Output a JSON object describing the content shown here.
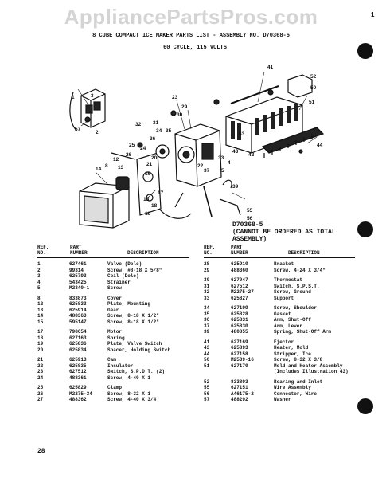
{
  "watermark": "AppliancePartsPros.com",
  "title": "8 CUBE COMPACT ICE MAKER PARTS LIST - ASSEMBLY NO. D70368-5",
  "subtitle": "60 CYCLE, 115 VOLTS",
  "edge_mark": "1",
  "diagram": {
    "code": "D70368-5",
    "note": "(CANNOT BE ORDERED AS TOTAL ASSEMBLY)",
    "callouts": [
      "1",
      "3",
      "57",
      "2",
      "23",
      "29",
      "30",
      "32",
      "31",
      "34",
      "35",
      "36",
      "24",
      "25",
      "20",
      "26",
      "21",
      "8",
      "12",
      "13",
      "16",
      "14",
      "17",
      "18",
      "15",
      "19",
      "22",
      "37",
      "39",
      "33",
      "41",
      "52",
      "50",
      "51",
      "53",
      "44",
      "43",
      "42",
      "4",
      "5",
      "55",
      "56"
    ]
  },
  "headers": {
    "ref": "REF.",
    "no": "NO.",
    "part": "PART",
    "number": "NUMBER",
    "description": "DESCRIPTION"
  },
  "left_rows": [
    {
      "ref": "1",
      "part": "627461",
      "desc": "Valve (Dole)"
    },
    {
      "ref": "2",
      "part": "99314",
      "desc": "Screw, #8-18 X 5/8\""
    },
    {
      "ref": "3",
      "part": "625793",
      "desc": "Coil (Dole)"
    },
    {
      "ref": "4",
      "part": "543425",
      "desc": "Strainer"
    },
    {
      "ref": "5",
      "part": "M2340-1",
      "desc": "Screw"
    },
    {
      "ref": "8",
      "part": "833873",
      "desc": "Cover",
      "gap": true
    },
    {
      "ref": "12",
      "part": "625833",
      "desc": "Plate, Mounting"
    },
    {
      "ref": "13",
      "part": "625914",
      "desc": "Gear"
    },
    {
      "ref": "14",
      "part": "488363",
      "desc": "Screw, 8-18 X 1/2\""
    },
    {
      "ref": "15",
      "part": "595147",
      "desc": "Screw, 8-18 X 1/2\""
    },
    {
      "ref": "17",
      "part": "798654",
      "desc": "Motor",
      "gap": true
    },
    {
      "ref": "18",
      "part": "627163",
      "desc": "Spring"
    },
    {
      "ref": "19",
      "part": "625836",
      "desc": "Plate, Valve Switch"
    },
    {
      "ref": "20",
      "part": "625834",
      "desc": "Spacer, Holding Switch"
    },
    {
      "ref": "21",
      "part": "625913",
      "desc": "Cam",
      "gap": true
    },
    {
      "ref": "22",
      "part": "625835",
      "desc": "Insulator"
    },
    {
      "ref": "23",
      "part": "627512",
      "desc": "Switch, S.P.D.T. (2)"
    },
    {
      "ref": "24",
      "part": "488361",
      "desc": "Screw, 4-40 X 1"
    },
    {
      "ref": "25",
      "part": "625829",
      "desc": "Clamp",
      "gap": true
    },
    {
      "ref": "26",
      "part": "M2275-34",
      "desc": "Screw, 8-32 X 1"
    },
    {
      "ref": "27",
      "part": "488362",
      "desc": "Screw, 4-40 X 3/4"
    }
  ],
  "right_rows": [
    {
      "ref": "28",
      "part": "625910",
      "desc": "Bracket"
    },
    {
      "ref": "29",
      "part": "488360",
      "desc": "Screw, 4-24 X 3/4\""
    },
    {
      "ref": "30",
      "part": "627047",
      "desc": "Thermostat",
      "gap": true
    },
    {
      "ref": "31",
      "part": "627512",
      "desc": "Switch, S.P.S.T."
    },
    {
      "ref": "32",
      "part": "M2275-27",
      "desc": "Screw, Ground"
    },
    {
      "ref": "33",
      "part": "625827",
      "desc": "Support"
    },
    {
      "ref": "34",
      "part": "627199",
      "desc": "Screw, Shoulder",
      "gap": true
    },
    {
      "ref": "35",
      "part": "625828",
      "desc": "Gasket"
    },
    {
      "ref": "36",
      "part": "625831",
      "desc": "Arm, Shut-Off"
    },
    {
      "ref": "37",
      "part": "625830",
      "desc": "Arm, Lever"
    },
    {
      "ref": "39",
      "part": "480855",
      "desc": "Spring, Shut-Off Arm"
    },
    {
      "ref": "41",
      "part": "627169",
      "desc": "Ejector",
      "gap": true
    },
    {
      "ref": "43",
      "part": "625893",
      "desc": "Heater, Mold"
    },
    {
      "ref": "44",
      "part": "627158",
      "desc": "Stripper, Ice"
    },
    {
      "ref": "50",
      "part": "M2539-16",
      "desc": "Screw, 8-32 X 3/8"
    },
    {
      "ref": "51",
      "part": "627170",
      "desc": "Mold and Heater Assembly"
    },
    {
      "ref": "",
      "part": "",
      "desc": "(Includes Illustration 43)"
    },
    {
      "ref": "52",
      "part": "833893",
      "desc": "Bearing and Inlet",
      "gap": true
    },
    {
      "ref": "55",
      "part": "627151",
      "desc": "Wire Assembly"
    },
    {
      "ref": "56",
      "part": "A46175-2",
      "desc": "Connector, Wire"
    },
    {
      "ref": "57",
      "part": "488292",
      "desc": "Washer"
    }
  ],
  "page_number": "28"
}
